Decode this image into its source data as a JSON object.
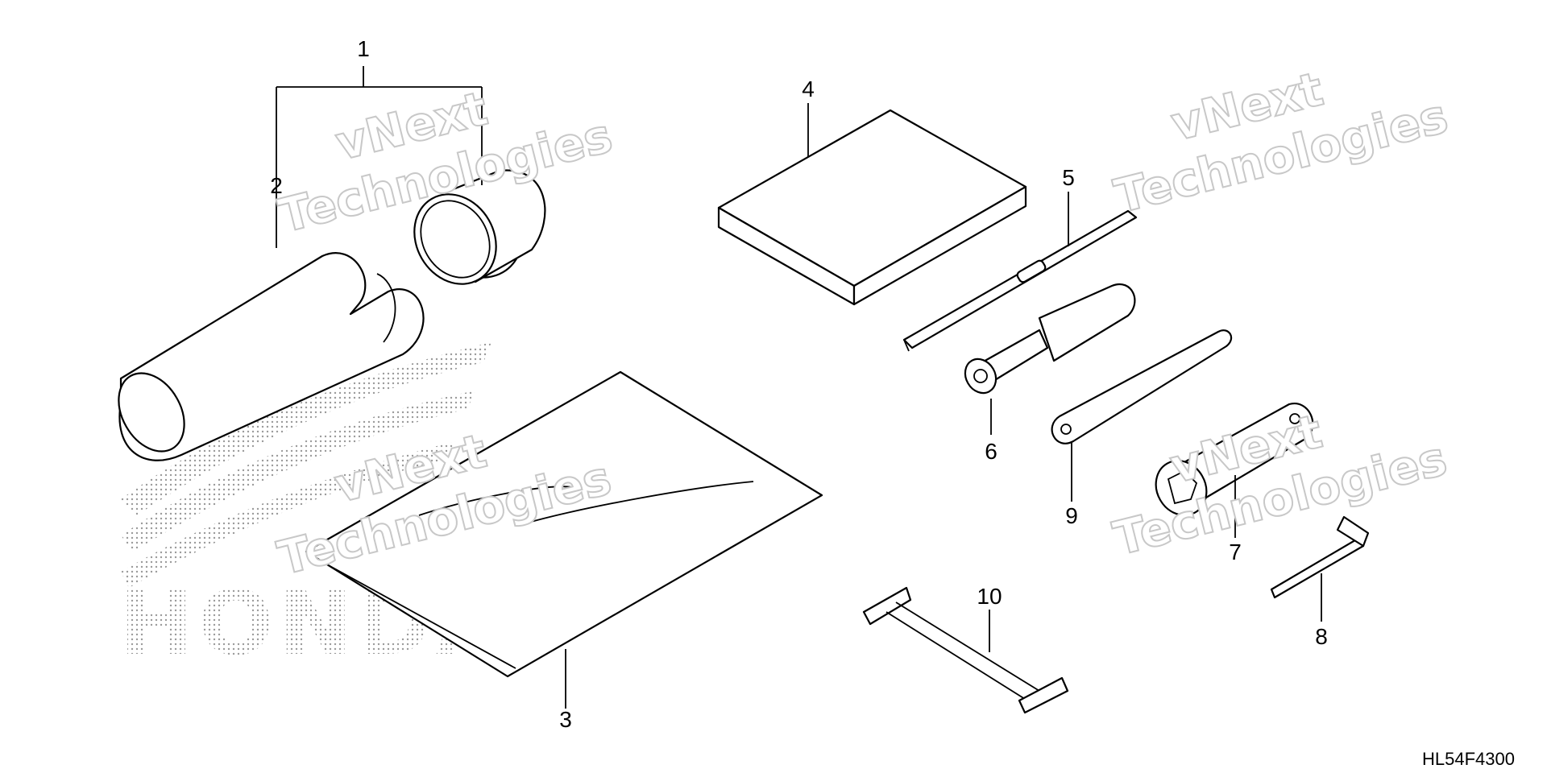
{
  "callouts": [
    "1",
    "2",
    "3",
    "4",
    "5",
    "6",
    "7",
    "8",
    "9",
    "10"
  ],
  "diagram_code": "HL54F4300",
  "brand_text": "HONDA",
  "watermark": {
    "line1": "vNext",
    "line2": "Technologies"
  },
  "colors": {
    "line": "#000000",
    "background": "#ffffff",
    "watermark": "#c8c8c8",
    "logo_dots": "#9a9a9a"
  }
}
